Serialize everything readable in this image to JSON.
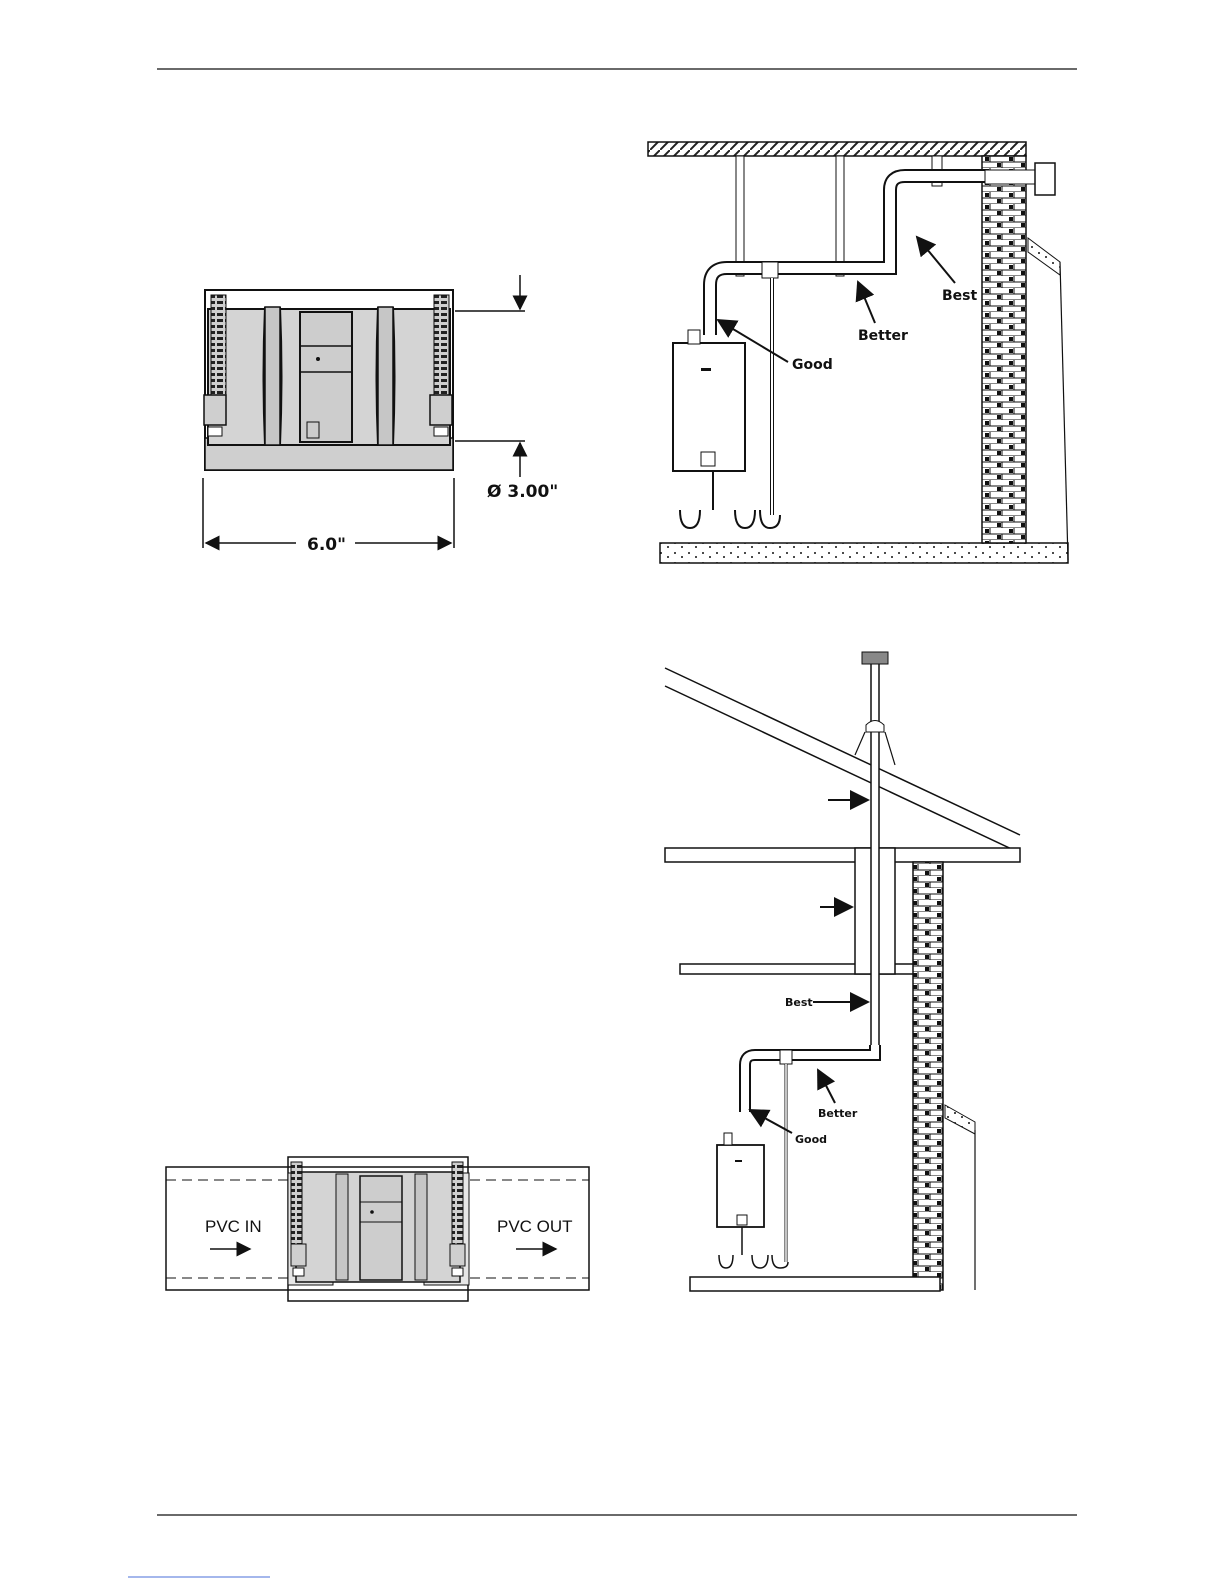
{
  "figure_top_left": {
    "width_label": "6.0\"",
    "diameter_label": "Ø 3.00\""
  },
  "figure_bottom_left": {
    "inlet_label": "PVC IN",
    "outlet_label": "PVC OUT"
  },
  "figure_top_right": {
    "good_label": "Good",
    "better_label": "Better",
    "best_label": "Best"
  },
  "figure_bottom_right": {
    "good_label": "Good",
    "better_label": "Better",
    "best_label": "Best"
  },
  "colors": {
    "ink": "#111111",
    "body_fill": "#d4d4d4",
    "band_fill": "#c6c6c6",
    "hatch": "#222222"
  }
}
